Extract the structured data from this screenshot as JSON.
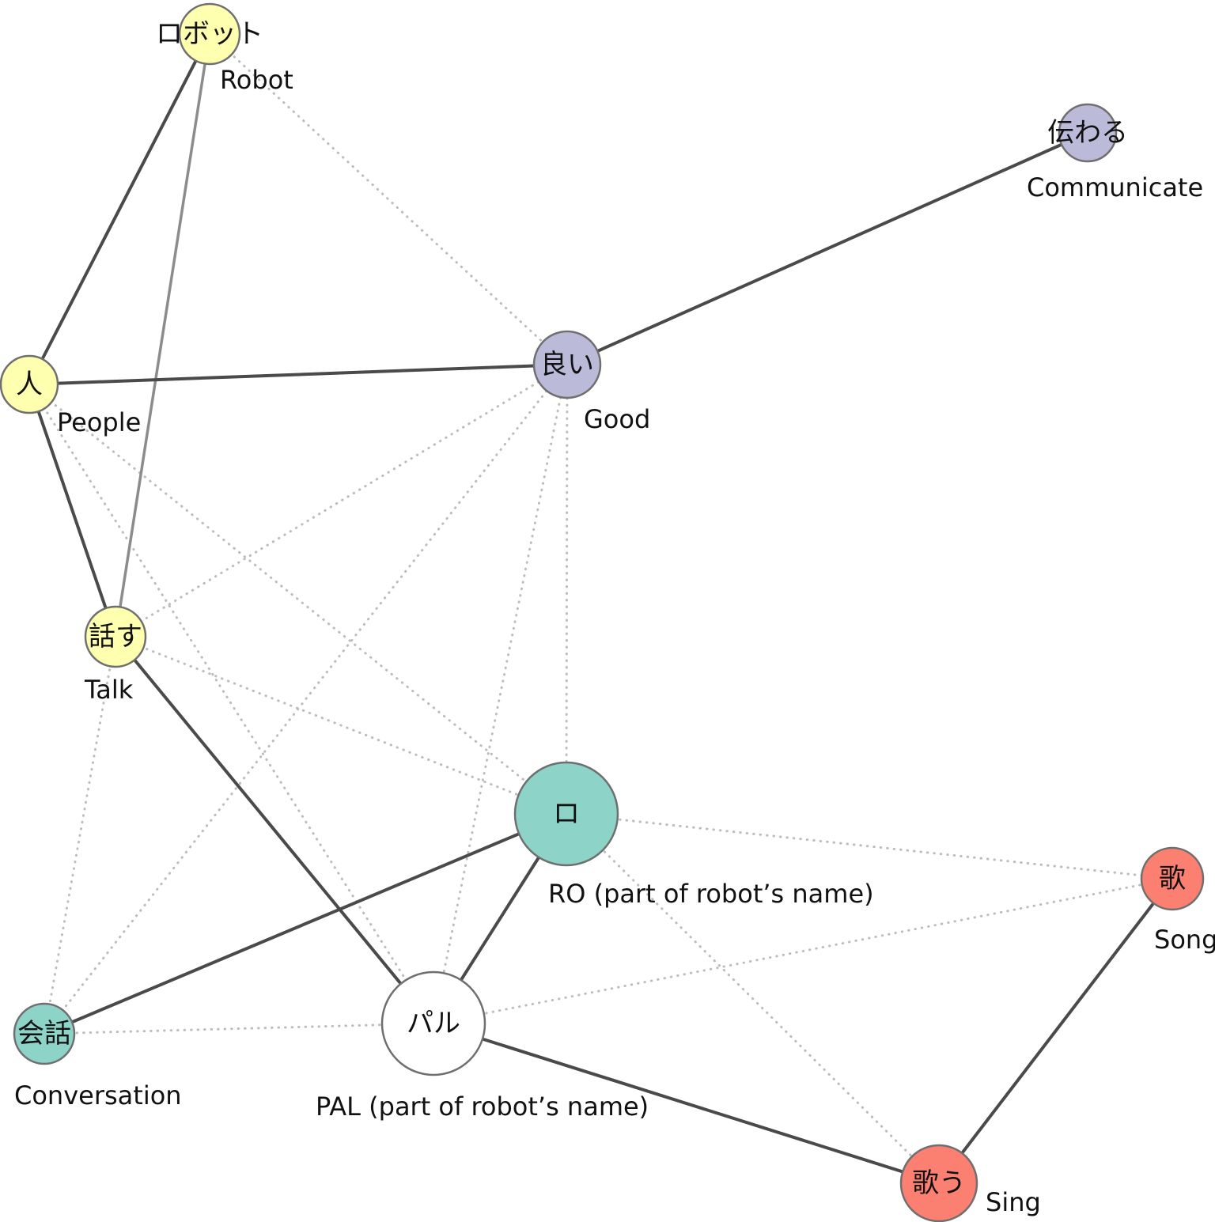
{
  "colors": {
    "yellow": "#ffffb0",
    "purple": "#bcbad9",
    "teal": "#8dd3c7",
    "red": "#fb8072",
    "white": "#ffffff",
    "edge_strong": "#4a4a4a",
    "edge_medium": "#8c8c8c",
    "edge_weak": "#bdbdbd"
  },
  "nodes": [
    {
      "id": "robot",
      "japanese": "ロボット",
      "english": "Robot",
      "color": "yellow"
    },
    {
      "id": "people",
      "japanese": "人",
      "english": "People",
      "color": "yellow"
    },
    {
      "id": "talk",
      "japanese": "話す",
      "english": "Talk",
      "color": "yellow"
    },
    {
      "id": "good",
      "japanese": "良い",
      "english": "Good",
      "color": "purple"
    },
    {
      "id": "communicate",
      "japanese": "伝わる",
      "english": "Communicate",
      "color": "purple"
    },
    {
      "id": "ro",
      "japanese": "ロ",
      "english": "RO (part of robot’s name)",
      "color": "teal"
    },
    {
      "id": "conversation",
      "japanese": "会話",
      "english": "Conversation",
      "color": "teal"
    },
    {
      "id": "pal",
      "japanese": "パル",
      "english": "PAL (part of robot’s name)",
      "color": "white"
    },
    {
      "id": "song",
      "japanese": "歌",
      "english": "Song",
      "color": "red"
    },
    {
      "id": "sing",
      "japanese": "歌う",
      "english": "Sing",
      "color": "red"
    }
  ],
  "edges": [
    {
      "source": "robot",
      "target": "people",
      "strength": "strong"
    },
    {
      "source": "robot",
      "target": "talk",
      "strength": "medium"
    },
    {
      "source": "robot",
      "target": "good",
      "strength": "weak"
    },
    {
      "source": "people",
      "target": "good",
      "strength": "strong"
    },
    {
      "source": "people",
      "target": "talk",
      "strength": "strong"
    },
    {
      "source": "people",
      "target": "ro",
      "strength": "weak"
    },
    {
      "source": "people",
      "target": "pal",
      "strength": "weak"
    },
    {
      "source": "good",
      "target": "communicate",
      "strength": "strong"
    },
    {
      "source": "good",
      "target": "talk",
      "strength": "weak"
    },
    {
      "source": "good",
      "target": "conversation",
      "strength": "weak"
    },
    {
      "source": "good",
      "target": "pal",
      "strength": "weak"
    },
    {
      "source": "good",
      "target": "ro",
      "strength": "weak"
    },
    {
      "source": "talk",
      "target": "pal",
      "strength": "strong"
    },
    {
      "source": "talk",
      "target": "ro",
      "strength": "weak"
    },
    {
      "source": "talk",
      "target": "conversation",
      "strength": "weak"
    },
    {
      "source": "ro",
      "target": "conversation",
      "strength": "strong"
    },
    {
      "source": "ro",
      "target": "pal",
      "strength": "strong"
    },
    {
      "source": "ro",
      "target": "song",
      "strength": "weak"
    },
    {
      "source": "ro",
      "target": "sing",
      "strength": "weak"
    },
    {
      "source": "pal",
      "target": "sing",
      "strength": "strong"
    },
    {
      "source": "pal",
      "target": "song",
      "strength": "weak"
    },
    {
      "source": "pal",
      "target": "conversation",
      "strength": "weak"
    },
    {
      "source": "song",
      "target": "sing",
      "strength": "strong"
    }
  ]
}
